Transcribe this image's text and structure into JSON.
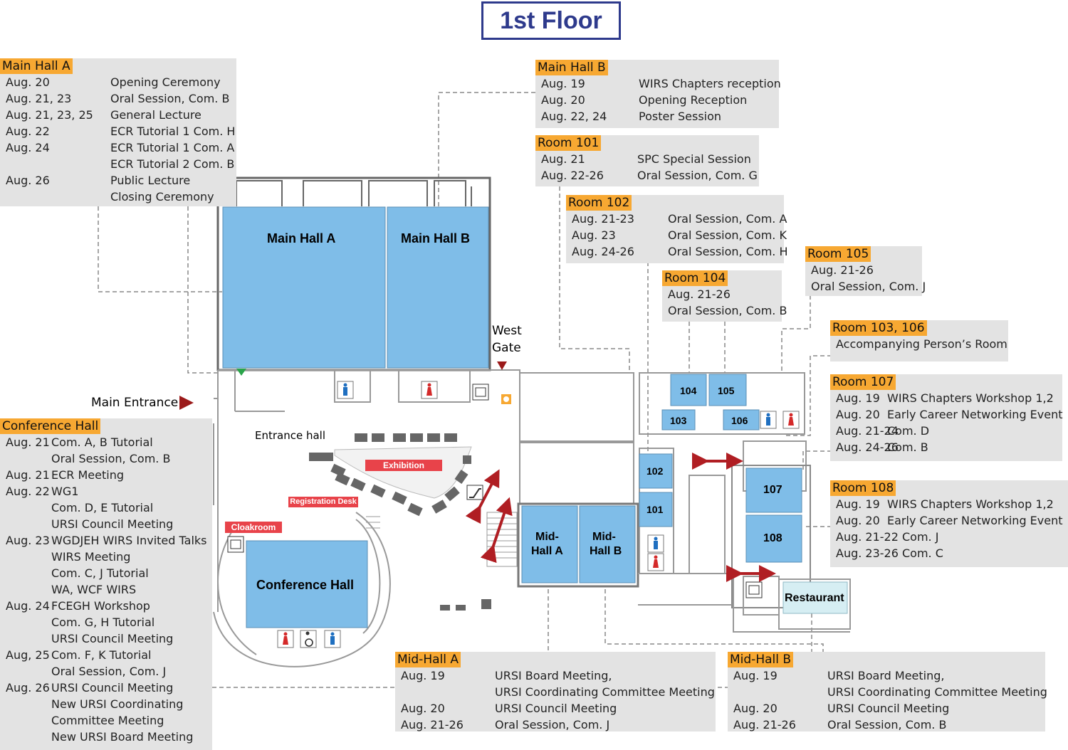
{
  "floor_title": "1st Floor",
  "rooms": {
    "main_hall_a": "Main Hall A",
    "main_hall_b": "Main Hall B",
    "conference_hall": "Conference Hall",
    "mid_hall_a_line1": "Mid-",
    "mid_hall_a_line2": "Hall A",
    "mid_hall_b_line1": "Mid-",
    "mid_hall_b_line2": "Hall B",
    "r101": "101",
    "r102": "102",
    "r103": "103",
    "r104": "104",
    "r105": "105",
    "r106": "106",
    "r107": "107",
    "r108": "108",
    "restaurant": "Restaurant"
  },
  "map_labels": {
    "west_gate_1": "West",
    "west_gate_2": "Gate",
    "main_entrance": "Main Entrance",
    "entrance_hall": "Entrance hall",
    "exhibition": "Exhibition",
    "registration_desk": "Registration Desk",
    "cloakroom": "Cloakroom"
  },
  "colors": {
    "room_blue": "#7fbde8",
    "accent_orange": "#f7a832",
    "panel_gray": "#e3e3e3",
    "title_navy": "#2e3a8c",
    "sign_red": "#e8434a",
    "arrow_red": "#b01e23",
    "restaurant": "#d6eef3"
  },
  "icons": [
    "restroom-male-icon",
    "restroom-female-icon",
    "elevator-icon",
    "escalator-icon",
    "accessible-icon",
    "first-aid-icon"
  ],
  "panels": {
    "main_hall_a": {
      "title": "Main Hall A",
      "rows": [
        [
          "Aug. 20",
          "Opening Ceremony"
        ],
        [
          "Aug. 21, 23",
          "Oral Session, Com. B"
        ],
        [
          "Aug. 21, 23, 25",
          "General Lecture"
        ],
        [
          "Aug. 22",
          "ECR Tutorial 1 Com. H"
        ],
        [
          "Aug. 24",
          "ECR Tutorial 1 Com. A"
        ],
        [
          "",
          "ECR Tutorial 2 Com. B"
        ],
        [
          "Aug. 26",
          "Public Lecture"
        ],
        [
          "",
          "Closing Ceremony"
        ]
      ]
    },
    "main_hall_b": {
      "title": "Main Hall B",
      "rows": [
        [
          "Aug. 19",
          "WIRS Chapters reception"
        ],
        [
          "Aug. 20",
          "Opening Reception"
        ],
        [
          "Aug. 22, 24",
          "Poster Session"
        ]
      ]
    },
    "room_101": {
      "title": "Room 101",
      "rows": [
        [
          "Aug. 21",
          "SPC Special Session"
        ],
        [
          "Aug. 22-26",
          "Oral Session, Com. G"
        ]
      ]
    },
    "room_102": {
      "title": "Room 102",
      "rows": [
        [
          "Aug. 21-23",
          "Oral Session, Com. A"
        ],
        [
          "Aug. 23",
          "Oral Session, Com. K"
        ],
        [
          "Aug. 24-26",
          "Oral Session, Com. H"
        ]
      ]
    },
    "room_104": {
      "title": "Room 104",
      "rows": [
        [
          "Aug. 21-26",
          ""
        ],
        [
          "Oral Session, Com. B",
          ""
        ]
      ]
    },
    "room_105": {
      "title": "Room 105",
      "rows": [
        [
          "Aug. 21-26",
          ""
        ],
        [
          "Oral Session, Com. J",
          ""
        ]
      ]
    },
    "room_103_106": {
      "title": "Room 103, 106",
      "rows": [
        [
          "Accompanying Person’s Room",
          ""
        ]
      ]
    },
    "room_107": {
      "title": "Room 107",
      "rows": [
        [
          "Aug. 19",
          "WIRS Chapters Workshop 1,2"
        ],
        [
          "Aug. 20",
          "Early Career Networking Event"
        ],
        [
          "Aug. 21-24",
          "Com. D"
        ],
        [
          "Aug. 24-26",
          "Com. B"
        ]
      ]
    },
    "room_108": {
      "title": "Room 108",
      "rows": [
        [
          "Aug. 19",
          "WIRS Chapters Workshop 1,2"
        ],
        [
          "Aug. 20",
          "Early Career Networking Event"
        ],
        [
          "Aug. 21-22 Com. J",
          ""
        ],
        [
          "Aug. 23-26 Com. C",
          ""
        ]
      ]
    },
    "conference_hall": {
      "title": "Conference Hall",
      "rows": [
        [
          "Aug. 21",
          "Com. A, B Tutorial"
        ],
        [
          "",
          "Oral Session, Com. B"
        ],
        [
          "Aug. 21",
          "ECR Meeting"
        ],
        [
          "Aug. 22",
          "WG1"
        ],
        [
          "",
          "Com. D, E Tutorial"
        ],
        [
          "",
          "URSI Council Meeting"
        ],
        [
          "Aug. 23",
          "WGDJEH WIRS Invited Talks"
        ],
        [
          "",
          "WIRS Meeting"
        ],
        [
          "",
          "Com. C, J Tutorial"
        ],
        [
          "",
          "WA, WCF WIRS"
        ],
        [
          "Aug. 24",
          "FCEGH Workshop"
        ],
        [
          "",
          "Com. G, H Tutorial"
        ],
        [
          "",
          "URSI Council Meeting"
        ],
        [
          "Aug, 25",
          "Com. F, K Tutorial"
        ],
        [
          "",
          "Oral Session, Com. J"
        ],
        [
          "Aug. 26",
          "URSI Council Meeting"
        ],
        [
          "",
          "New URSI Coordinating"
        ],
        [
          "",
          "   Committee Meeting"
        ],
        [
          "",
          "New URSI Board Meeting"
        ]
      ]
    },
    "mid_hall_a": {
      "title": "Mid-Hall A",
      "rows": [
        [
          "Aug. 19",
          "URSI Board Meeting,"
        ],
        [
          "",
          "URSI Coordinating Committee Meeting"
        ],
        [
          "Aug. 20",
          "URSI Council Meeting"
        ],
        [
          "Aug. 21-26",
          "Oral Session, Com. J"
        ]
      ]
    },
    "mid_hall_b": {
      "title": "Mid-Hall B",
      "rows": [
        [
          "Aug. 19",
          "URSI Board Meeting,"
        ],
        [
          "",
          "URSI Coordinating Committee Meeting"
        ],
        [
          "Aug. 20",
          "URSI Council Meeting"
        ],
        [
          "Aug. 21-26",
          "Oral Session, Com. B"
        ]
      ]
    }
  }
}
